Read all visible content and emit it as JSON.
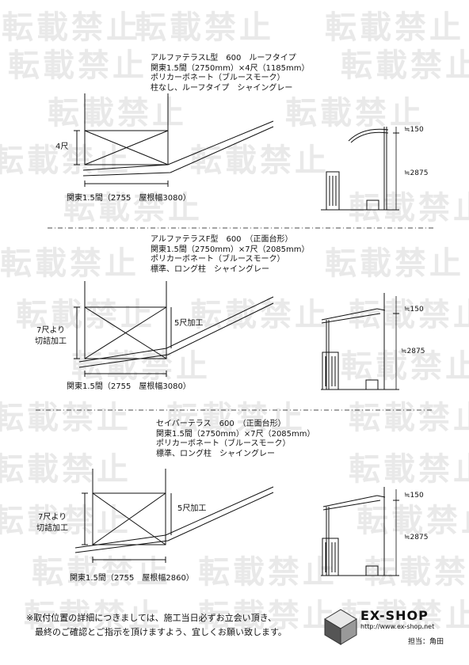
{
  "watermark": "転載禁止",
  "sections": [
    {
      "spec_lines": [
        "アルファテラスL型　600　ルーフタイプ",
        "関東1.5間（2750mm）×4尺（1185mm）",
        "ポリカーボネート（ブルースモーク）",
        "柱なし、ルーフタイプ　シャイングレー"
      ],
      "height_label": "4尺",
      "width_label": "関東1.5間（2755　屋根幅3080）",
      "dim_top": "≒150",
      "dim_height": "≒2875"
    },
    {
      "spec_lines": [
        "アルファテラスF型　600　（正面台形）",
        "関東1.5間（2750mm）×7尺（2085mm）",
        "ポリカーボネート（ブルースモーク）",
        "標準、ロング柱　シャイングレー"
      ],
      "cut_label_1": "7尺より",
      "cut_label_2": "切詰加工",
      "height_label": "5尺加工",
      "width_label": "関東1.5間（2755　屋根幅3080）",
      "dim_top": "≒150",
      "dim_height": "≒2875"
    },
    {
      "spec_lines": [
        "セイバーテラス　600　（正面台形）",
        "関東1.5間（2750mm）×7尺（2085mm）",
        "ポリカーボネート（ブルースモーク）",
        "標準、ロング柱　シャイングレー"
      ],
      "cut_label_1": "7尺より",
      "cut_label_2": "切詰加工",
      "height_label": "5尺加工",
      "width_label": "関東1.5間（2755　屋根幅2860）",
      "dim_top": "≒150",
      "dim_height": "≒2875"
    }
  ],
  "footer_note_1": "※取付位置の詳細につきましては、施工当日必ずお立会い頂き、",
  "footer_note_2": "最終のご確認とご指示を頂けますよう、宜しくお願い致します。",
  "logo": {
    "name": "EX-SHOP",
    "url": "http://www.ex-shop.net",
    "staff": "担当：角田"
  }
}
